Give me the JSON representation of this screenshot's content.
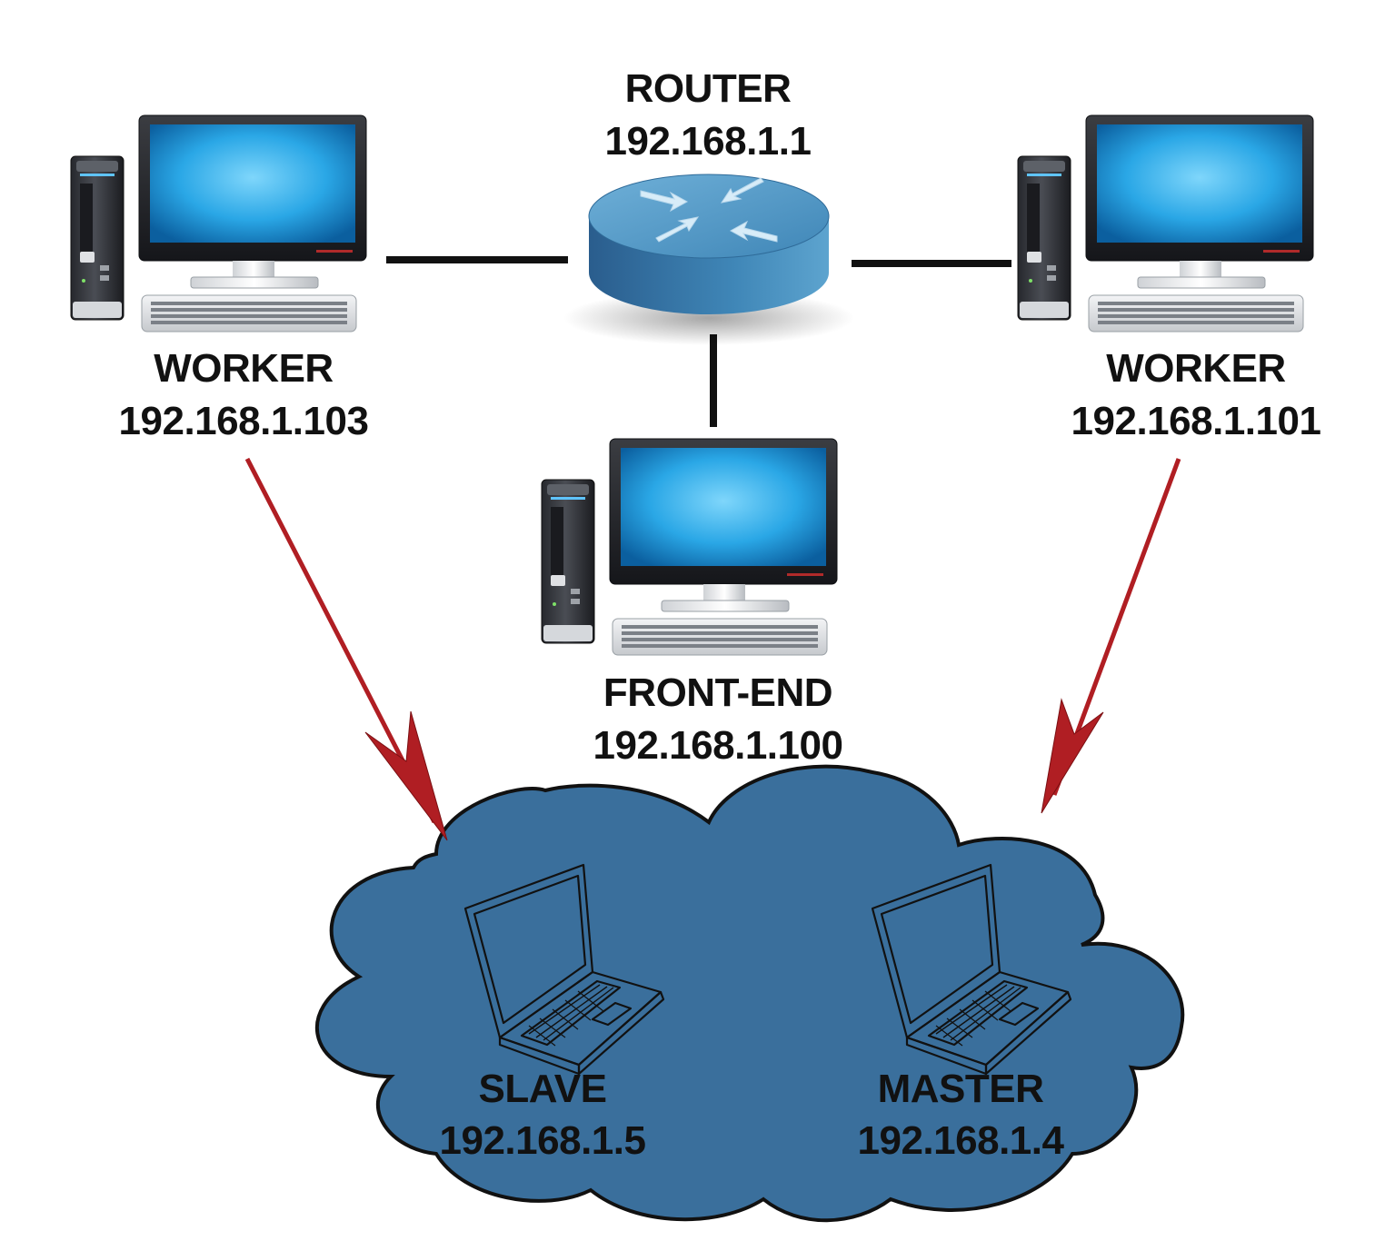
{
  "nodes": {
    "router": {
      "name": "ROUTER",
      "ip": "192.168.1.1"
    },
    "worker_left": {
      "name": "WORKER",
      "ip": "192.168.1.103"
    },
    "worker_right": {
      "name": "WORKER",
      "ip": "192.168.1.101"
    },
    "front_end": {
      "name": "FRONT-END",
      "ip": "192.168.1.100"
    },
    "slave": {
      "name": "SLAVE",
      "ip": "192.168.1.5"
    },
    "master": {
      "name": "MASTER",
      "ip": "192.168.1.4"
    }
  },
  "colors": {
    "cloud": "#3a6f9c",
    "arrow": "#b01e23",
    "link": "#111111",
    "screen": "#2aa7e6",
    "router": "#3f86b7"
  },
  "icons": {
    "desktop": "desktop-computer-icon",
    "router": "router-icon",
    "laptop": "laptop-icon",
    "cloud": "cloud-shape"
  }
}
